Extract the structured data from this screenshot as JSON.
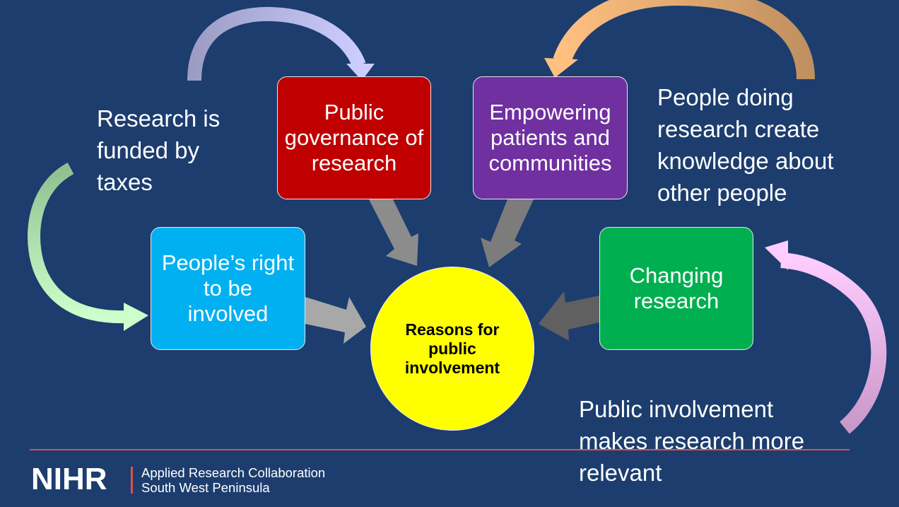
{
  "center": {
    "label": "Reasons for public involvement",
    "color": "#ffff00"
  },
  "boxes": {
    "governance": {
      "label": "Public governance of research",
      "color": "#c00000"
    },
    "empowering": {
      "label": "Empowering patients and communities",
      "color": "#7030a0"
    },
    "rights": {
      "label": "People’s right to be involved",
      "color": "#00b0f0"
    },
    "changing": {
      "label": "Changing research",
      "color": "#00b050"
    }
  },
  "notes": {
    "taxes": "Research is funded by taxes",
    "knowledge": "People doing research create knowledge about other people",
    "relevant": "Public involvement makes research more relevant"
  },
  "footer": {
    "logo": "NIHR",
    "line1": "Applied Research Collaboration",
    "line2": "South West Peninsula",
    "accent": "#e05050"
  }
}
